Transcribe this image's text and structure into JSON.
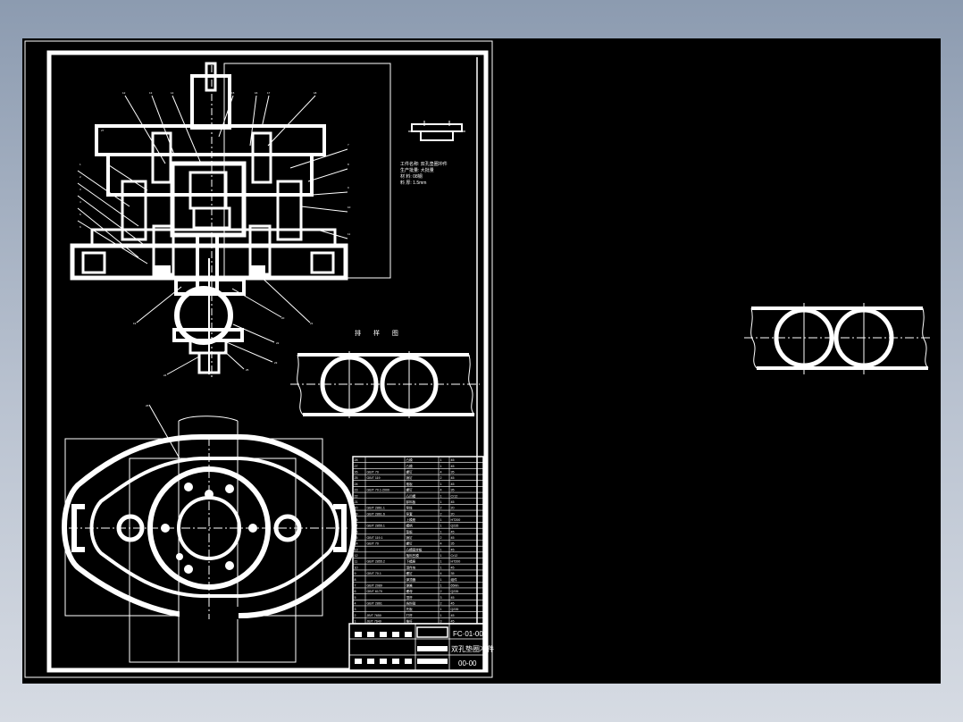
{
  "drawing": {
    "note_lines": [
      "工件名称: 双孔垫圈冲件",
      "生产批量: 大批量",
      "材    料: 08钢",
      "料    厚: 1.5mm"
    ],
    "layout_heading": "排 样 图",
    "part_callouts": [
      "1",
      "2",
      "3",
      "4",
      "5",
      "6",
      "7",
      "8",
      "9",
      "10",
      "11",
      "12",
      "13",
      "14",
      "15",
      "16",
      "17",
      "18",
      "19",
      "20",
      "21",
      "22",
      "23",
      "24",
      "25",
      "26",
      "27",
      "28"
    ]
  },
  "title_block": {
    "drawing_no": "FC·01-00",
    "title": "双孔垫圈冲件",
    "sheet_code": "00-00"
  },
  "bom": {
    "rows": [
      [
        "28",
        "",
        "凸模",
        "1",
        "45"
      ],
      [
        "27",
        "",
        "凸模",
        "1",
        "45"
      ],
      [
        "26",
        "GB/T 70",
        "螺钉",
        "4",
        "35"
      ],
      [
        "25",
        "GB/T 119",
        "销钉",
        "2",
        "45"
      ],
      [
        "24",
        "",
        "推板",
        "1",
        "45"
      ],
      [
        "23",
        "GB/T 70.1-2000",
        "螺钉",
        "4",
        "35"
      ],
      [
        "22",
        "",
        "凸凹模",
        "1",
        "Cr12"
      ],
      [
        "21",
        "",
        "卸料板",
        "1",
        "45"
      ],
      [
        "20",
        "GB/T 2861.1",
        "导柱",
        "2",
        "20"
      ],
      [
        "19",
        "GB/T 2861.6",
        "导套",
        "2",
        "20"
      ],
      [
        "18",
        "",
        "上模座",
        "1",
        "HT200"
      ],
      [
        "17",
        "GB/T 2855.1",
        "模柄",
        "1",
        "Q235"
      ],
      [
        "16",
        "",
        "垫板",
        "1",
        "45"
      ],
      [
        "15",
        "GB/T 119.1",
        "销钉",
        "2",
        "45"
      ],
      [
        "14",
        "GB/T 70",
        "螺钉",
        "4",
        "35"
      ],
      [
        "13",
        "",
        "凸模固定板",
        "1",
        "45"
      ],
      [
        "12",
        "",
        "落料凹模",
        "1",
        "Cr12"
      ],
      [
        "11",
        "GB/T 2855.2",
        "下模座",
        "1",
        "HT200"
      ],
      [
        "10",
        "",
        "顶件块",
        "1",
        "45"
      ],
      [
        "9",
        "GB/T 70.1",
        "螺钉",
        "4",
        "35"
      ],
      [
        "8",
        "",
        "弹顶器",
        "1",
        "组件"
      ],
      [
        "7",
        "GB/T 2089",
        "弹簧",
        "1",
        "65Mn"
      ],
      [
        "6",
        "GB/T 6170",
        "螺母",
        "2",
        "Q235"
      ],
      [
        "5",
        "",
        "顶杆",
        "3",
        "45"
      ],
      [
        "4",
        "GB/T 2861",
        "挡料销",
        "2",
        "45"
      ],
      [
        "3",
        "",
        "托板",
        "1",
        "Q235"
      ],
      [
        "2",
        "JB/T 7650",
        "打杆",
        "1",
        "45"
      ],
      [
        "1",
        "JB/T 7649",
        "推杆",
        "3",
        "45"
      ]
    ]
  }
}
